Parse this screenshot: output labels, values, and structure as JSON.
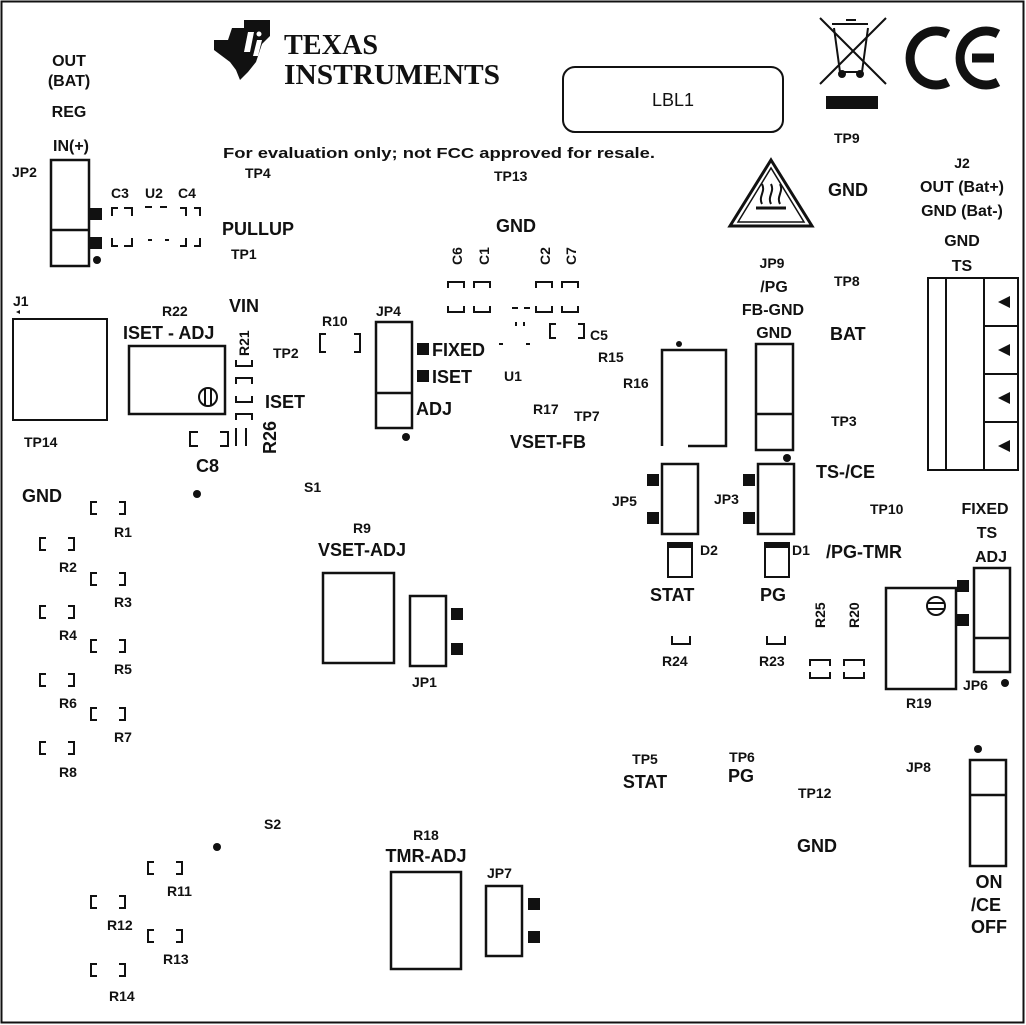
{
  "brand": {
    "line1": "TEXAS",
    "line2": "INSTRUMENTS"
  },
  "disclaimer": "For evaluation only; not FCC approved for resale.",
  "label_box": "LBL1",
  "icons": [
    "ti-logo-icon",
    "weee-bin-icon",
    "ce-mark-icon",
    "hot-surface-warning-icon"
  ],
  "labels": {
    "out_bat": "OUT",
    "bat_paren": "(BAT)",
    "reg": "REG",
    "in_plus": "IN(+)",
    "jp2": "JP2",
    "c3": "C3",
    "u2": "U2",
    "c4": "C4",
    "pullup": "PULLUP",
    "tp4": "TP4",
    "tp1": "TP1",
    "tp13": "TP13",
    "gnd_top": "GND",
    "c6": "C6",
    "c1": "C1",
    "c2": "C2",
    "c7": "C7",
    "j1": "J1",
    "r22": "R22",
    "vin": "VIN",
    "iset_adj": "ISET - ADJ",
    "r21": "R21",
    "r10": "R10",
    "jp4": "JP4",
    "tp2": "TP2",
    "fixed": "FIXED",
    "iset_jp4": "ISET",
    "u1": "U1",
    "c5": "C5",
    "r15": "R15",
    "r16": "R16",
    "iset": "ISET",
    "r26": "R26",
    "adj": "ADJ",
    "r17": "R17",
    "tp7": "TP7",
    "vset_fb": "VSET-FB",
    "tp14": "TP14",
    "c8": "C8",
    "gnd_left": "GND",
    "s1": "S1",
    "tp9": "TP9",
    "gnd_tp9": "GND",
    "j2": "J2",
    "out_batp": "OUT (Bat+)",
    "gnd_batm": "GND (Bat-)",
    "gnd_j2": "GND",
    "ts": "TS",
    "jp9": "JP9",
    "pg_slash": "/PG",
    "fb_gnd": "FB-GND",
    "gnd_jp9": "GND",
    "tp8": "TP8",
    "bat": "BAT",
    "tp3": "TP3",
    "ts_ce": "TS-/CE",
    "tp10": "TP10",
    "fixed_ts": "FIXED",
    "ts2": "TS",
    "adj_ts": "ADJ",
    "jp5": "JP5",
    "jp3": "JP3",
    "d2": "D2",
    "d1": "D1",
    "pg_tmr": "/PG-TMR",
    "stat": "STAT",
    "pg": "PG",
    "r25": "R25",
    "r20": "R20",
    "r24": "R24",
    "r23": "R23",
    "r19": "R19",
    "jp6": "JP6",
    "r1": "R1",
    "r2": "R2",
    "r3": "R3",
    "r4": "R4",
    "r5": "R5",
    "r6": "R6",
    "r7": "R7",
    "r8": "R8",
    "r9": "R9",
    "vset_adj": "VSET-ADJ",
    "jp1": "JP1",
    "tp5": "TP5",
    "stat2": "STAT",
    "tp6": "TP6",
    "pg2": "PG",
    "jp8": "JP8",
    "tp12": "TP12",
    "gnd_tp12": "GND",
    "s2": "S2",
    "r18": "R18",
    "tmr_adj": "TMR-ADJ",
    "jp7": "JP7",
    "r11": "R11",
    "r12": "R12",
    "r13": "R13",
    "r14": "R14",
    "on": "ON",
    "ce": "/CE",
    "off": "OFF"
  }
}
